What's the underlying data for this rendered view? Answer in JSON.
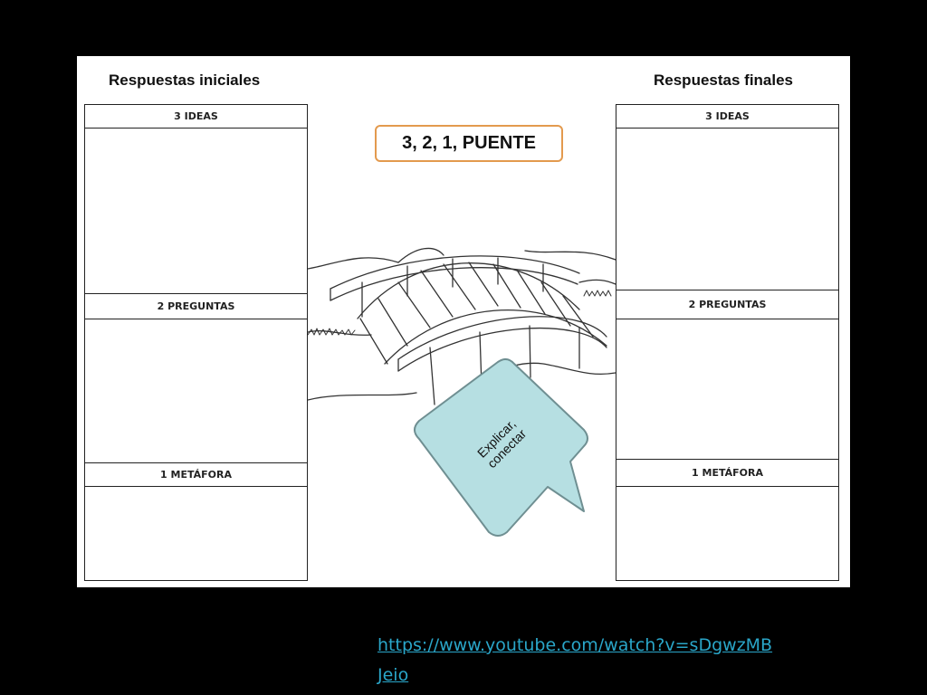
{
  "left": {
    "title": "Respuestas iniciales",
    "sections": [
      "3 IDEAS",
      "2 PREGUNTAS",
      "1 METÁFORA"
    ]
  },
  "right": {
    "title": "Respuestas finales",
    "sections": [
      "3 IDEAS",
      "2 PREGUNTAS",
      "1 METÁFORA"
    ]
  },
  "center": {
    "title": "3, 2, 1, PUENTE",
    "bubble_text": "Explicar, conectar"
  },
  "link": {
    "url_line1": "https://www.youtube.com/watch?v=sDgwzMB",
    "url_line2": "Jeio"
  },
  "colors": {
    "background": "#000000",
    "title_border": "#e39a4e",
    "bubble_fill": "#b6dfe2",
    "bubble_stroke": "#6f8f92",
    "link": "#2aa6c9"
  }
}
